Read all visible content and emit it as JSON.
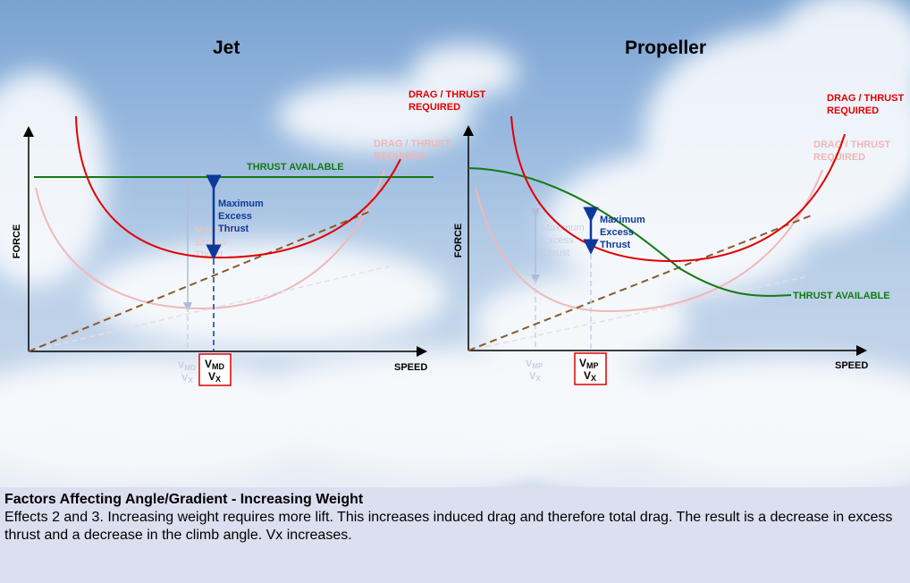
{
  "caption": {
    "title": "Factors Affecting Angle/Gradient - Increasing Weight",
    "body": "Effects 2 and 3. Increasing weight requires more lift. This increases induced drag and therefore total drag. The result is a decrease in excess thrust and a decrease in the climb angle. Vx increases."
  },
  "colors": {
    "drag_curve": "#e00000",
    "drag_faded": "#f0b4b4",
    "thrust_available": "#127a12",
    "excess_arrow": "#0d3a9a",
    "tangent_line": "#8a5a2a",
    "vmd_box": "#e00000"
  },
  "jet": {
    "title": "Jet",
    "y_axis_label": "FORCE",
    "x_axis_label": "SPEED",
    "drag_label_line1": "DRAG / THRUST",
    "drag_label_line2": "REQUIRED",
    "drag_faded_line1": "DRAG / THRUST",
    "drag_faded_line2": "REQUIRED",
    "thrust_label": "THRUST AVAILABLE",
    "excess_line1": "Maximum",
    "excess_line2": "Excess",
    "excess_line3": "Thrust",
    "faded_excess_line1": "Maximum",
    "faded_excess_line2": "Excess",
    "faded_excess_line3": "Thrust",
    "v_main": "V",
    "v_main_sub": "MD",
    "v_x": "V",
    "v_x_sub": "X",
    "v_faded": "V",
    "v_faded_sub": "MD",
    "v_faded_x": "V",
    "v_faded_x_sub": "X"
  },
  "propeller": {
    "title": "Propeller",
    "y_axis_label": "FORCE",
    "x_axis_label": "SPEED",
    "drag_label_line1": "DRAG / THRUST",
    "drag_label_line2": "REQUIRED",
    "drag_faded_line1": "DRAG / THRUST",
    "drag_faded_line2": "REQUIRED",
    "thrust_label": "THRUST AVAILABLE",
    "excess_line1": "Maximum",
    "excess_line2": "Excess",
    "excess_line3": "Thrust",
    "faded_excess_line1": "Maximum",
    "faded_excess_line2": "Excess",
    "faded_excess_line3": "Thrust",
    "v_main": "V",
    "v_main_sub": "MP",
    "v_x": "V",
    "v_x_sub": "X",
    "v_faded": "V",
    "v_faded_sub": "MP",
    "v_faded_x": "V",
    "v_faded_x_sub": "X"
  }
}
